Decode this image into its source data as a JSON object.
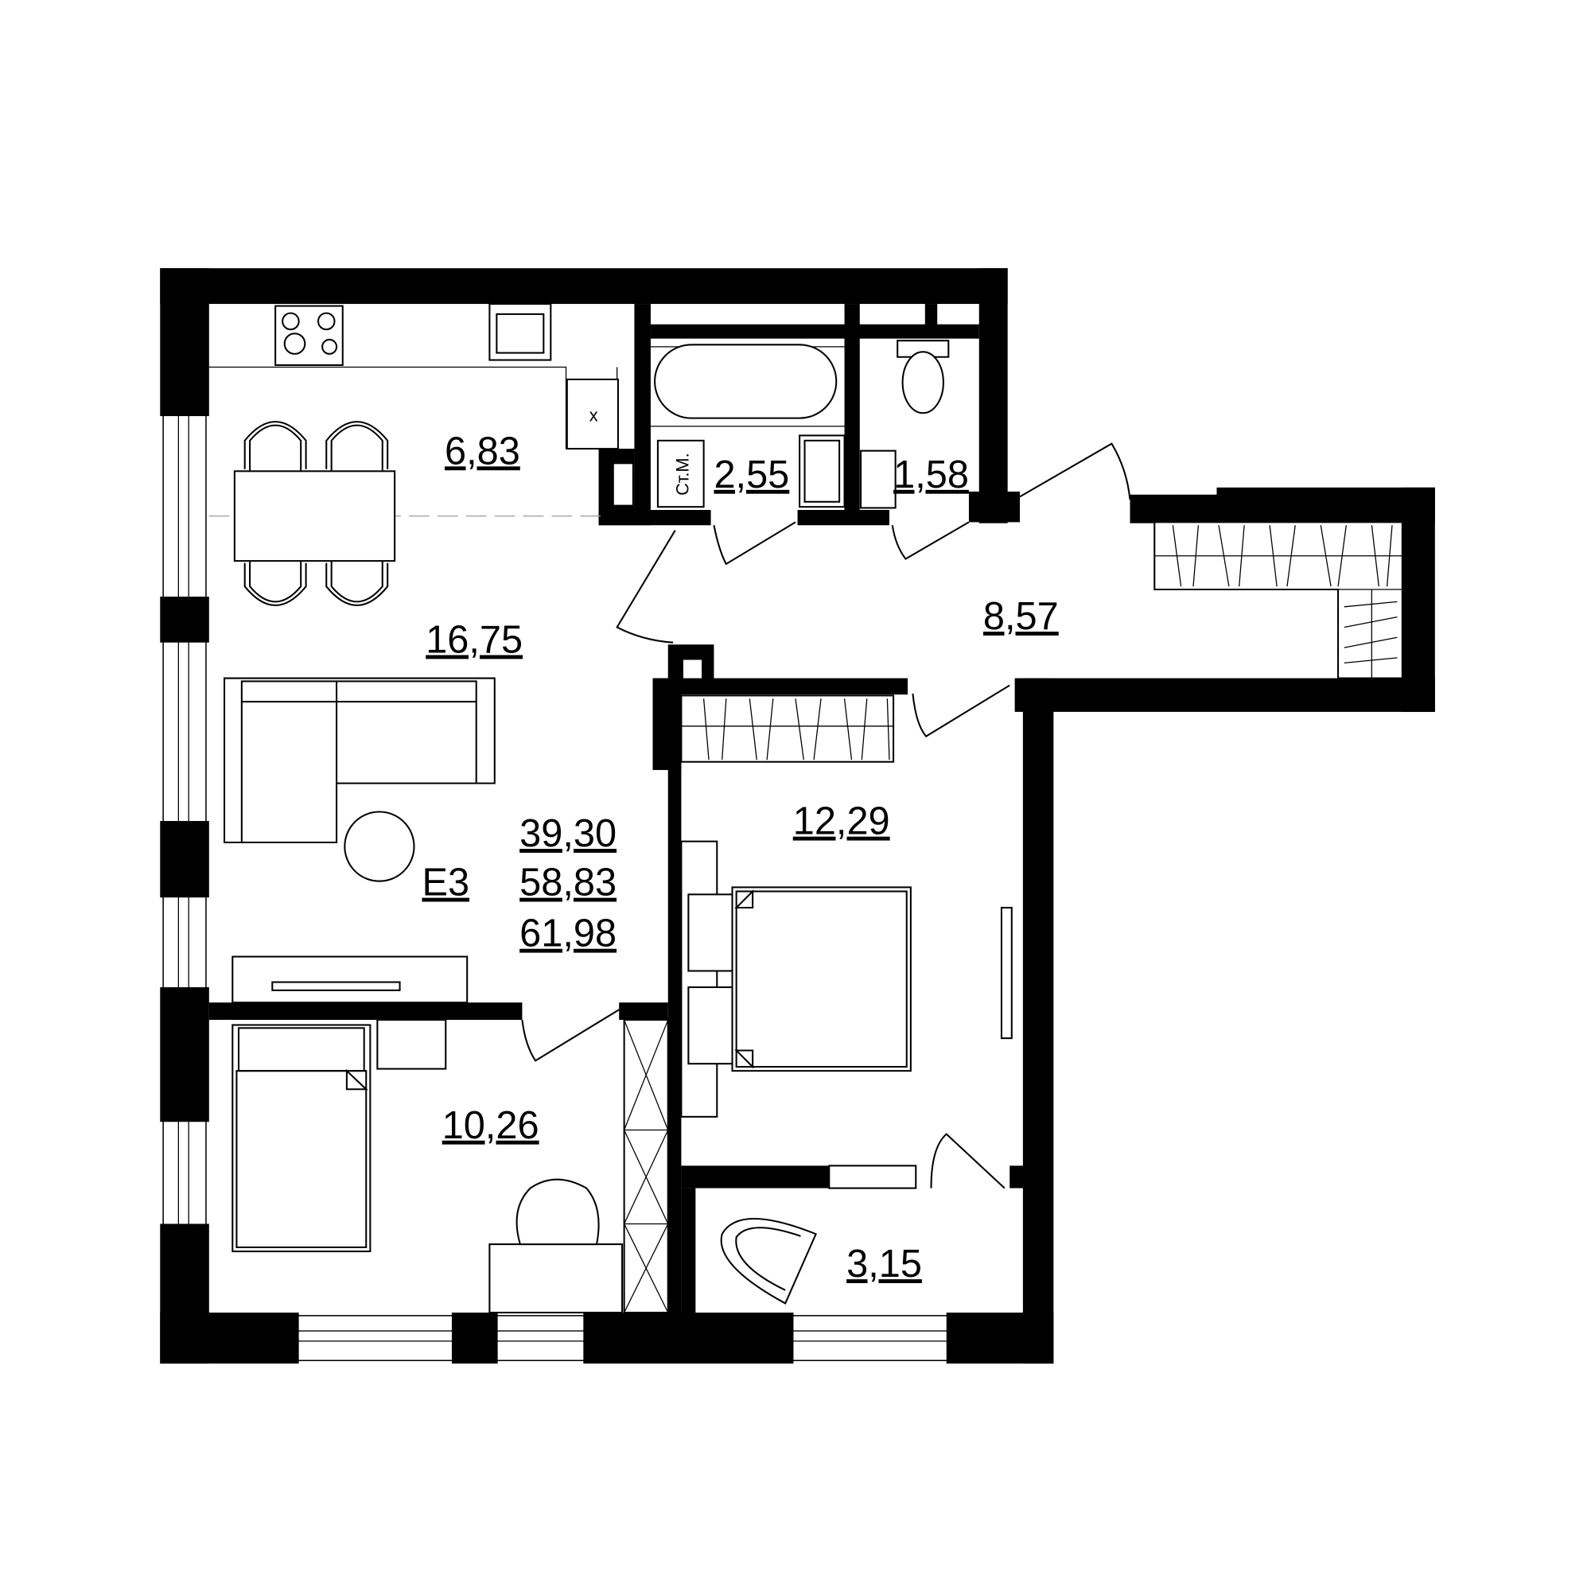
{
  "plan": {
    "apartment_code": "Е3",
    "totals": {
      "living_area": "39,30",
      "total_area": "58,83",
      "total_with_balcony": "61,98"
    },
    "rooms": {
      "kitchen": "6,83",
      "living_room": "16,75",
      "bathroom": "2,55",
      "toilet": "1,58",
      "hallway": "8,57",
      "bedroom_large": "12,29",
      "bedroom_small": "10,26",
      "balcony": "3,15"
    },
    "washing_machine_label": "Ст.М.",
    "fridge_mark": "x"
  }
}
